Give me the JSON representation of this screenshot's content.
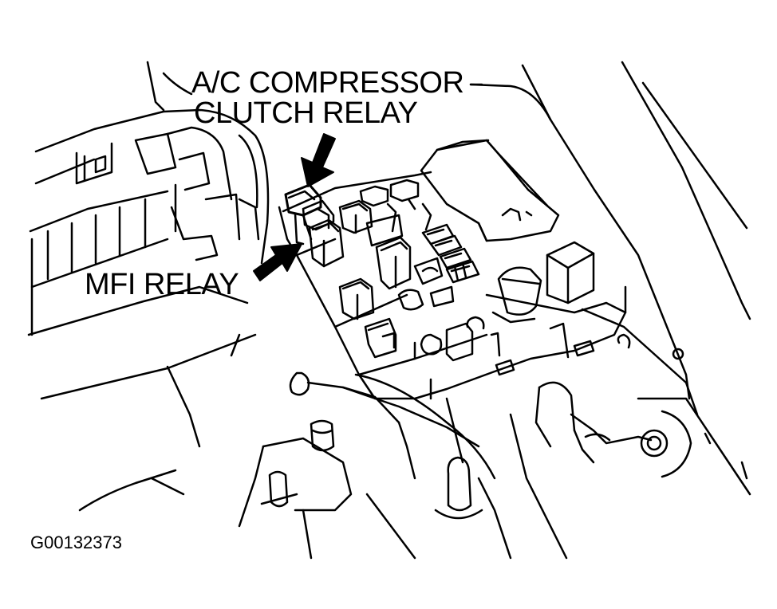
{
  "labels": {
    "ac_relay_line1": "A/C COMPRESSOR",
    "ac_relay_line2": "CLUTCH RELAY",
    "mfi_relay": "MFI RELAY",
    "figure_id": "G00132373"
  },
  "colors": {
    "ink": "#000000",
    "paper": "#ffffff"
  },
  "icons": {
    "ac_relay_pointer": "arrow-down-icon",
    "mfi_relay_pointer": "arrow-right-icon"
  }
}
